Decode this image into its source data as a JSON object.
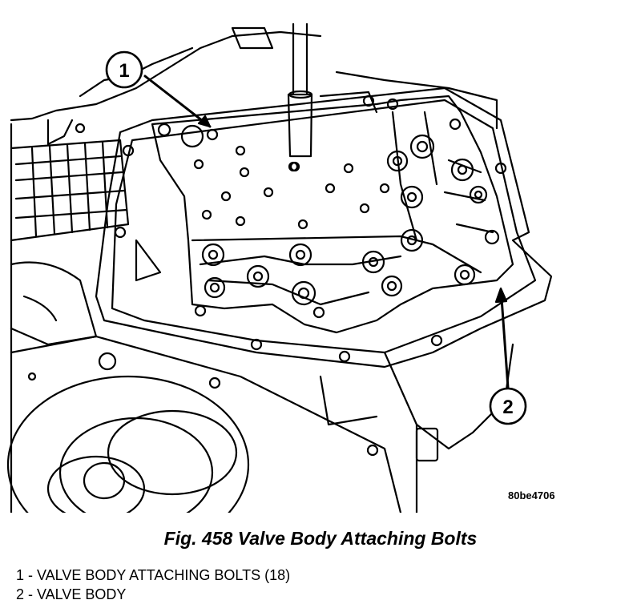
{
  "figure": {
    "callouts": [
      {
        "number": "1"
      },
      {
        "number": "2"
      }
    ],
    "image_id": "80be4706",
    "caption": "Fig. 458 Valve Body Attaching Bolts"
  },
  "legend": [
    "1 - VALVE BODY ATTACHING BOLTS (18)",
    "2 - VALVE BODY"
  ]
}
